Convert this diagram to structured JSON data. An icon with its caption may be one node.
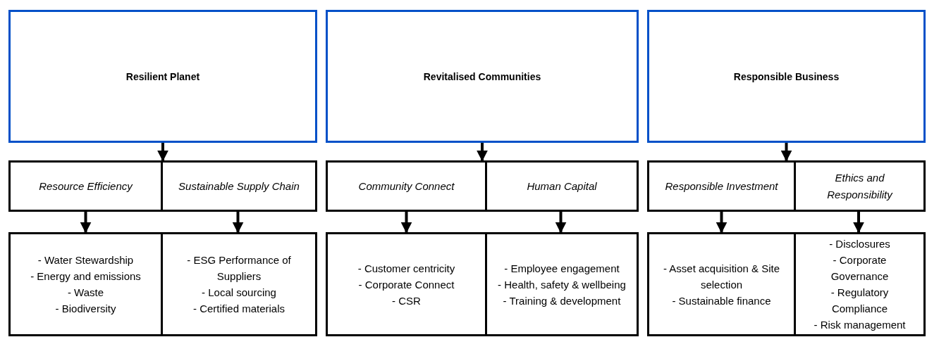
{
  "diagram": {
    "nodes": [
      {
        "text": [
          "Resilient Planet"
        ]
      },
      {
        "text": [
          "Revitalised Communities"
        ]
      },
      {
        "text": [
          "Responsible Business"
        ]
      },
      {
        "text": [],
        "shape": "box"
      },
      {
        "text": [
          "Resource Efficiency"
        ],
        "in": 3
      },
      {
        "text": [
          "Sustainable Supply Chain"
        ],
        "in": 3
      },
      {
        "text": [],
        "shape": "box"
      },
      {
        "text": [
          "Community Connect"
        ],
        "in": 6
      },
      {
        "text": [
          "Human Capital"
        ],
        "in": 6
      },
      {
        "text": [],
        "shape": "box"
      },
      {
        "text": [
          "Responsible Investment"
        ],
        "in": 9
      },
      {
        "text": [
          "Ethics and Responsibility"
        ],
        "in": 9
      },
      {
        "text": [
          "- Water Stewardship",
          "- Energy and emissions",
          "- Waste",
          "- Biodiversity"
        ]
      },
      {
        "text": [
          "- ESG Performance of Suppliers",
          "- Local sourcing",
          "- Certified materials"
        ]
      },
      {
        "text": [
          "- Customer centricity",
          "- Corporate Connect",
          "- CSR"
        ]
      },
      {
        "text": [
          "- Employee engagement",
          "- Health, safety & wellbeing",
          "- Training & development"
        ]
      },
      {
        "text": [
          "- Asset acquisition & Site selection",
          "- Sustainable finance"
        ]
      },
      {
        "text": [
          "- Disclosures",
          "- Corporate Governance",
          "- Regulatory Compliance",
          "- Risk management"
        ]
      }
    ],
    "edges": [
      {
        "from": 0,
        "to": 3,
        "arrow": "to"
      },
      {
        "from": 1,
        "to": 6,
        "arrow": "to"
      },
      {
        "from": 2,
        "to": 9,
        "arrow": "to"
      },
      {
        "from": 4,
        "to": 12,
        "arrow": "to"
      },
      {
        "from": 5,
        "to": 13,
        "arrow": "to"
      },
      {
        "from": 7,
        "to": 14,
        "arrow": "to"
      },
      {
        "from": 8,
        "to": 15,
        "arrow": "to"
      },
      {
        "from": 10,
        "to": 16,
        "arrow": "to"
      },
      {
        "from": 11,
        "to": 17,
        "arrow": "to"
      }
    ]
  }
}
